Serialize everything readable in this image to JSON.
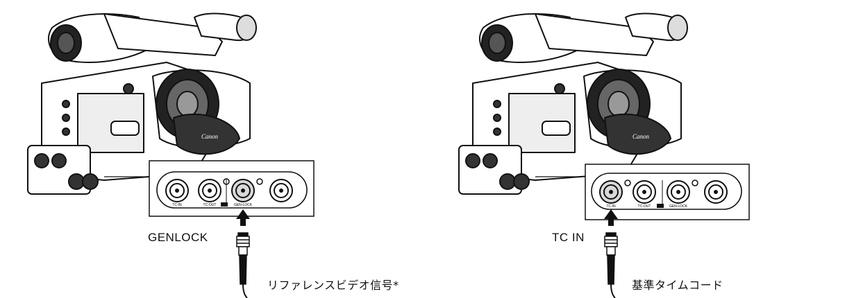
{
  "panels": [
    {
      "connector_label": "GENLOCK",
      "signal_label": "リファレンスビデオ信号*",
      "highlighted_port": "GEN-LOCK",
      "ports": [
        "TC-IN",
        "TC-OUT",
        "GEN-LOCK",
        ""
      ]
    },
    {
      "connector_label": "TC IN",
      "signal_label": "基準タイムコード",
      "highlighted_port": "TC-IN",
      "ports": [
        "TC-IN",
        "TC-OUT",
        "GEN-LOCK",
        ""
      ]
    }
  ],
  "brand_text": "Canon",
  "icons": [
    "camcorder-illustration",
    "bnc-jack-icon",
    "arrow-up-icon",
    "bnc-plug-icon",
    "cable"
  ],
  "colors": {
    "line": "#111111",
    "highlight_fill": "#d9d9d9",
    "background": "#ffffff"
  }
}
